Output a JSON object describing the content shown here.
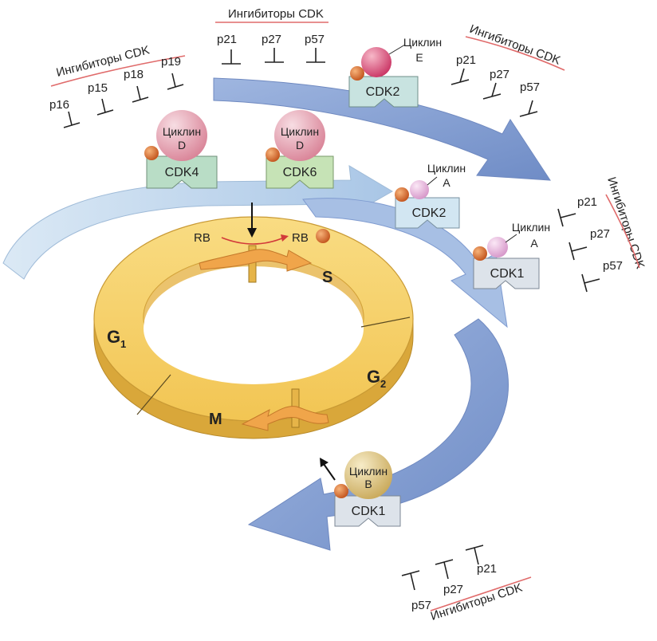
{
  "inhibitor_groups": {
    "top_left": {
      "title": "Ингибиторы CDK",
      "items": [
        "p16",
        "p15",
        "p18",
        "p19"
      ]
    },
    "top_center": {
      "title": "Ингибиторы CDK",
      "items": [
        "p21",
        "p27",
        "p57"
      ]
    },
    "top_right": {
      "title": "Ингибиторы CDK",
      "items": [
        "p21",
        "p27",
        "p57"
      ]
    },
    "right": {
      "title": "Ингибиторы CDK",
      "items": [
        "p21",
        "p27",
        "p57"
      ]
    },
    "bottom": {
      "title": "Ингибиторы CDK",
      "items": [
        "p57",
        "p27",
        "p21"
      ]
    }
  },
  "complexes": {
    "cdk4": {
      "cyclin": "Циклин",
      "cyclin_letter": "D",
      "kinase": "CDK4",
      "cyclin_color": "#e8a3b3",
      "kinase_color": "#b9ddc6"
    },
    "cdk6": {
      "cyclin": "Циклин",
      "cyclin_letter": "D",
      "kinase": "CDK6",
      "cyclin_color": "#e8a3b3",
      "kinase_color": "#c6e3b6"
    },
    "cdk2e": {
      "cyclin": "Циклин",
      "cyclin_letter": "E",
      "kinase": "CDK2",
      "cyclin_color": "#d9557a",
      "kinase_color": "#c8e3e0"
    },
    "cdk2a": {
      "cyclin": "Циклин",
      "cyclin_letter": "A",
      "kinase": "CDK2",
      "cyclin_color": "#e8b8df",
      "kinase_color": "#d2e6f2"
    },
    "cdk1a": {
      "cyclin": "Циклин",
      "cyclin_letter": "A",
      "kinase": "CDK1",
      "cyclin_color": "#e8b8df",
      "kinase_color": "#dde3ea"
    },
    "cdk1b": {
      "cyclin": "Циклин",
      "cyclin_letter": "B",
      "kinase": "CDK1",
      "cyclin_color": "#e4cc8d",
      "kinase_color": "#dde3ea"
    }
  },
  "rb": {
    "substrate": "RB",
    "product": "RB"
  },
  "phases": {
    "g1": "G",
    "g1_sub": "1",
    "s": "S",
    "g2": "G",
    "g2_sub": "2",
    "m": "M"
  },
  "colors": {
    "arrow_light": "#c9def0",
    "arrow_dark": "#7f9bd0",
    "ring": "#f6cf67",
    "ring_side": "#d9a73a",
    "phospho": "#d96b2b",
    "title_line": "#e06b6b"
  }
}
